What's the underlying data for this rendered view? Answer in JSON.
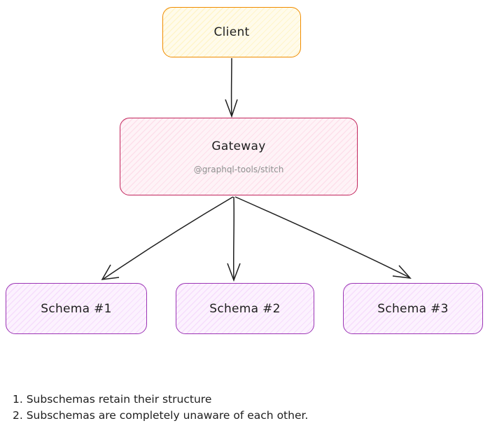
{
  "colors": {
    "client_stroke": "#f08c00",
    "client_fill": "#ffec99",
    "gateway_stroke": "#c2255c",
    "gateway_fill": "#fcc2d7",
    "schema_stroke": "#9c36b5",
    "schema_fill": "#eebefa",
    "arrow": "#1e1e1e"
  },
  "nodes": {
    "client": {
      "label": "Client"
    },
    "gateway": {
      "label": "Gateway",
      "sublabel": "@graphql-tools/stitch"
    },
    "schema1": {
      "label": "Schema #1"
    },
    "schema2": {
      "label": "Schema #2"
    },
    "schema3": {
      "label": "Schema #3"
    }
  },
  "notes": [
    "1. Subschemas retain their structure",
    "2. Subschemas are completely unaware of each other."
  ]
}
